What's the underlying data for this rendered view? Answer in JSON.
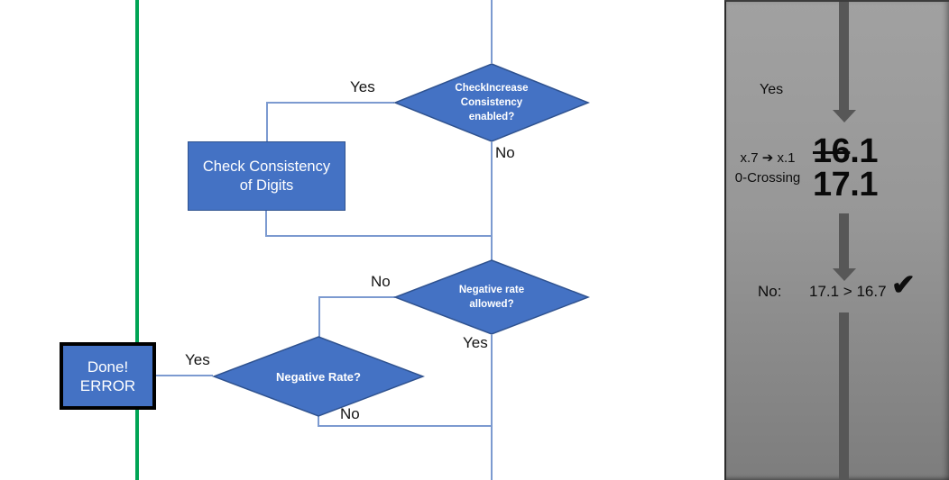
{
  "flowchart": {
    "nodes": {
      "check_increase": {
        "lines": [
          "CheckIncrease",
          "Consistency",
          "enabled?"
        ]
      },
      "check_consistency": {
        "lines": [
          "Check Consistency",
          "of Digits"
        ]
      },
      "negative_allowed": {
        "lines": [
          "Negative rate",
          "allowed?"
        ]
      },
      "negative_rate": {
        "lines": [
          "Negative Rate?"
        ]
      },
      "done_error": {
        "lines": [
          "Done!",
          "ERROR"
        ]
      }
    },
    "edge_labels": {
      "check_increase_yes": "Yes",
      "check_increase_no": "No",
      "negative_allowed_no": "No",
      "negative_allowed_yes": "Yes",
      "negative_rate_yes": "Yes",
      "negative_rate_no": "No"
    }
  },
  "panel": {
    "yes_label": "Yes",
    "note_line1": "x.7 ➔ x.1",
    "note_line2": "0-Crossing",
    "old_value_struck": "16",
    "old_value_rest": ".1",
    "new_value": "17.1",
    "answer_label": "No:",
    "comparison": "17.1 > 16.7",
    "checkmark": "✔"
  },
  "colors": {
    "shape_fill": "#4472C4",
    "shape_border": "#2F528F",
    "connector": "#7C9AD0",
    "green_line": "#00A455",
    "panel_gray_top": "#A1A1A1",
    "panel_gray_bottom": "#7D7D7D",
    "flow_arrow_gray": "#575757",
    "text_dark": "#141414",
    "shape_text": "#FFFFFF"
  }
}
